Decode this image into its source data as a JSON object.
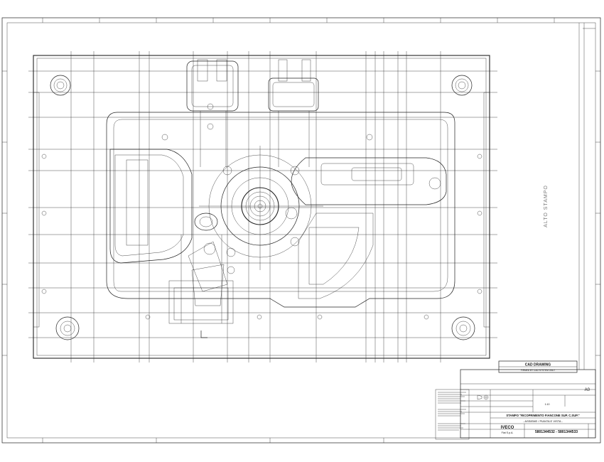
{
  "drawing": {
    "view_label": "ALTO STAMPO",
    "cad_box": {
      "title": "CAD DRAWING",
      "subtitle": "FIRMED BY CAD SYSTEM ONLY"
    },
    "title_block": {
      "revision": "A0",
      "title_line": "STAMPO \"RICOPRIMENTO FIANCONE SUP. C.SUP.\"",
      "subtitle_line": "- ASSIEME / PIANTA E VISTA -",
      "company_line1": "IVECO",
      "company_line2": "Fiat S.p.A.",
      "drawing_number": "5801344532 - 5801344533",
      "scale": "1:10"
    }
  }
}
